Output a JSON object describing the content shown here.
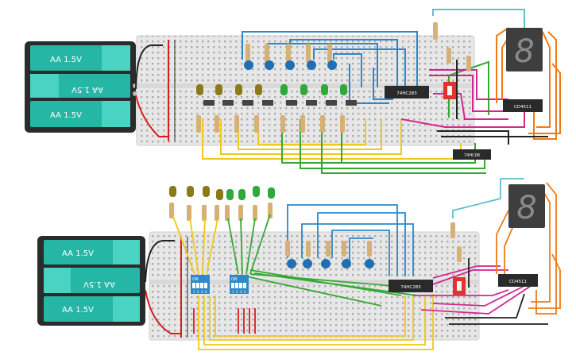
{
  "circuit_top": {
    "battery_cells": [
      "AA 1.5V",
      "AA 1.5V",
      "AA 1.5V"
    ],
    "chips": {
      "adder": "74HC283",
      "driver": "CD4511",
      "and_gate": "74HC08"
    }
  },
  "circuit_bottom": {
    "battery_cells": [
      "AA 1.5V",
      "AA 1.5V",
      "AA 1.5V"
    ],
    "dip_switch_label": "ON",
    "dip_switch_numbers": [
      "1",
      "2",
      "3",
      "4"
    ],
    "chips": {
      "adder": "74HC283",
      "driver": "CD4511"
    }
  },
  "display_digit": "8",
  "colors": {
    "breadboard": "#e7e7e7",
    "rail_red": "#d71e1e",
    "battery_holder": "#2b2b2b",
    "battery_cell": "#25b6a5",
    "led_blue": "#1f6fb2",
    "led_green": "#2fa93a",
    "led_olive": "#8a7a19",
    "wire_yellow": "#efc81c",
    "wire_green": "#34a832",
    "wire_blue": "#2c89c9",
    "wire_magenta": "#d4268f",
    "wire_orange": "#f07b16",
    "wire_teal": "#5fc0cf",
    "seven_segment": "#3e3e3e"
  }
}
